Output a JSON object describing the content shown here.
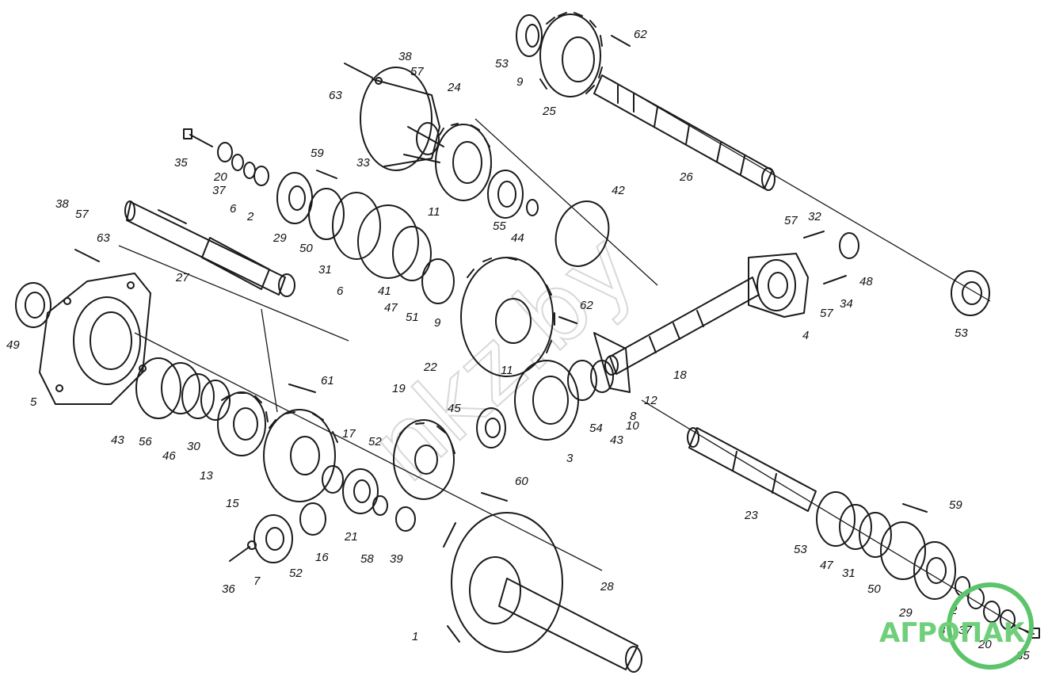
{
  "diagram": {
    "parts": [
      {
        "id": "p1",
        "label": "1"
      },
      {
        "id": "p2a",
        "label": "2"
      },
      {
        "id": "p2b",
        "label": "2"
      },
      {
        "id": "p3",
        "label": "3"
      },
      {
        "id": "p4",
        "label": "4"
      },
      {
        "id": "p5",
        "label": "5"
      },
      {
        "id": "p6",
        "label": "6"
      },
      {
        "id": "p6b",
        "label": "6"
      },
      {
        "id": "p7",
        "label": "7"
      },
      {
        "id": "p8a",
        "label": "8"
      },
      {
        "id": "p8b",
        "label": "8"
      },
      {
        "id": "p9a",
        "label": "9"
      },
      {
        "id": "p9b",
        "label": "9"
      },
      {
        "id": "p10",
        "label": "10"
      },
      {
        "id": "p11a",
        "label": "11"
      },
      {
        "id": "p11b",
        "label": "11"
      },
      {
        "id": "p12",
        "label": "12"
      },
      {
        "id": "p13",
        "label": "13"
      },
      {
        "id": "p15",
        "label": "15"
      },
      {
        "id": "p16",
        "label": "16"
      },
      {
        "id": "p17",
        "label": "17"
      },
      {
        "id": "p18",
        "label": "18"
      },
      {
        "id": "p19",
        "label": "19"
      },
      {
        "id": "p20a",
        "label": "20"
      },
      {
        "id": "p20b",
        "label": "20"
      },
      {
        "id": "p21",
        "label": "21"
      },
      {
        "id": "p22",
        "label": "22"
      },
      {
        "id": "p23",
        "label": "23"
      },
      {
        "id": "p24",
        "label": "24"
      },
      {
        "id": "p25",
        "label": "25"
      },
      {
        "id": "p26",
        "label": "26"
      },
      {
        "id": "p27",
        "label": "27"
      },
      {
        "id": "p28",
        "label": "28"
      },
      {
        "id": "p29a",
        "label": "29"
      },
      {
        "id": "p29b",
        "label": "29"
      },
      {
        "id": "p30",
        "label": "30"
      },
      {
        "id": "p31a",
        "label": "31"
      },
      {
        "id": "p31b",
        "label": "31"
      },
      {
        "id": "p32",
        "label": "32"
      },
      {
        "id": "p33",
        "label": "33"
      },
      {
        "id": "p34",
        "label": "34"
      },
      {
        "id": "p35a",
        "label": "35"
      },
      {
        "id": "p35b",
        "label": "35"
      },
      {
        "id": "p36",
        "label": "36"
      },
      {
        "id": "p37a",
        "label": "37"
      },
      {
        "id": "p37b",
        "label": "37"
      },
      {
        "id": "p38a",
        "label": "38"
      },
      {
        "id": "p38b",
        "label": "38"
      },
      {
        "id": "p39",
        "label": "39"
      },
      {
        "id": "p41",
        "label": "41"
      },
      {
        "id": "p42",
        "label": "42"
      },
      {
        "id": "p43a",
        "label": "43"
      },
      {
        "id": "p43b",
        "label": "43"
      },
      {
        "id": "p44",
        "label": "44"
      },
      {
        "id": "p45",
        "label": "45"
      },
      {
        "id": "p46",
        "label": "46"
      },
      {
        "id": "p47a",
        "label": "47"
      },
      {
        "id": "p47b",
        "label": "47"
      },
      {
        "id": "p48",
        "label": "48"
      },
      {
        "id": "p49",
        "label": "49"
      },
      {
        "id": "p50a",
        "label": "50"
      },
      {
        "id": "p50b",
        "label": "50"
      },
      {
        "id": "p51",
        "label": "51"
      },
      {
        "id": "p52a",
        "label": "52"
      },
      {
        "id": "p52b",
        "label": "52"
      },
      {
        "id": "p53a",
        "label": "53"
      },
      {
        "id": "p53b",
        "label": "53"
      },
      {
        "id": "p53c",
        "label": "53"
      },
      {
        "id": "p54",
        "label": "54"
      },
      {
        "id": "p55",
        "label": "55"
      },
      {
        "id": "p56",
        "label": "56"
      },
      {
        "id": "p57a",
        "label": "57"
      },
      {
        "id": "p57b",
        "label": "57"
      },
      {
        "id": "p57c",
        "label": "57"
      },
      {
        "id": "p57d",
        "label": "57"
      },
      {
        "id": "p58",
        "label": "58"
      },
      {
        "id": "p59a",
        "label": "59"
      },
      {
        "id": "p59b",
        "label": "59"
      },
      {
        "id": "p60",
        "label": "60"
      },
      {
        "id": "p61",
        "label": "61"
      },
      {
        "id": "p62a",
        "label": "62"
      },
      {
        "id": "p62b",
        "label": "62"
      },
      {
        "id": "p63a",
        "label": "63"
      },
      {
        "id": "p63b",
        "label": "63"
      }
    ],
    "watermark": "nkz.by",
    "logo_text": "АГРОПАК"
  }
}
